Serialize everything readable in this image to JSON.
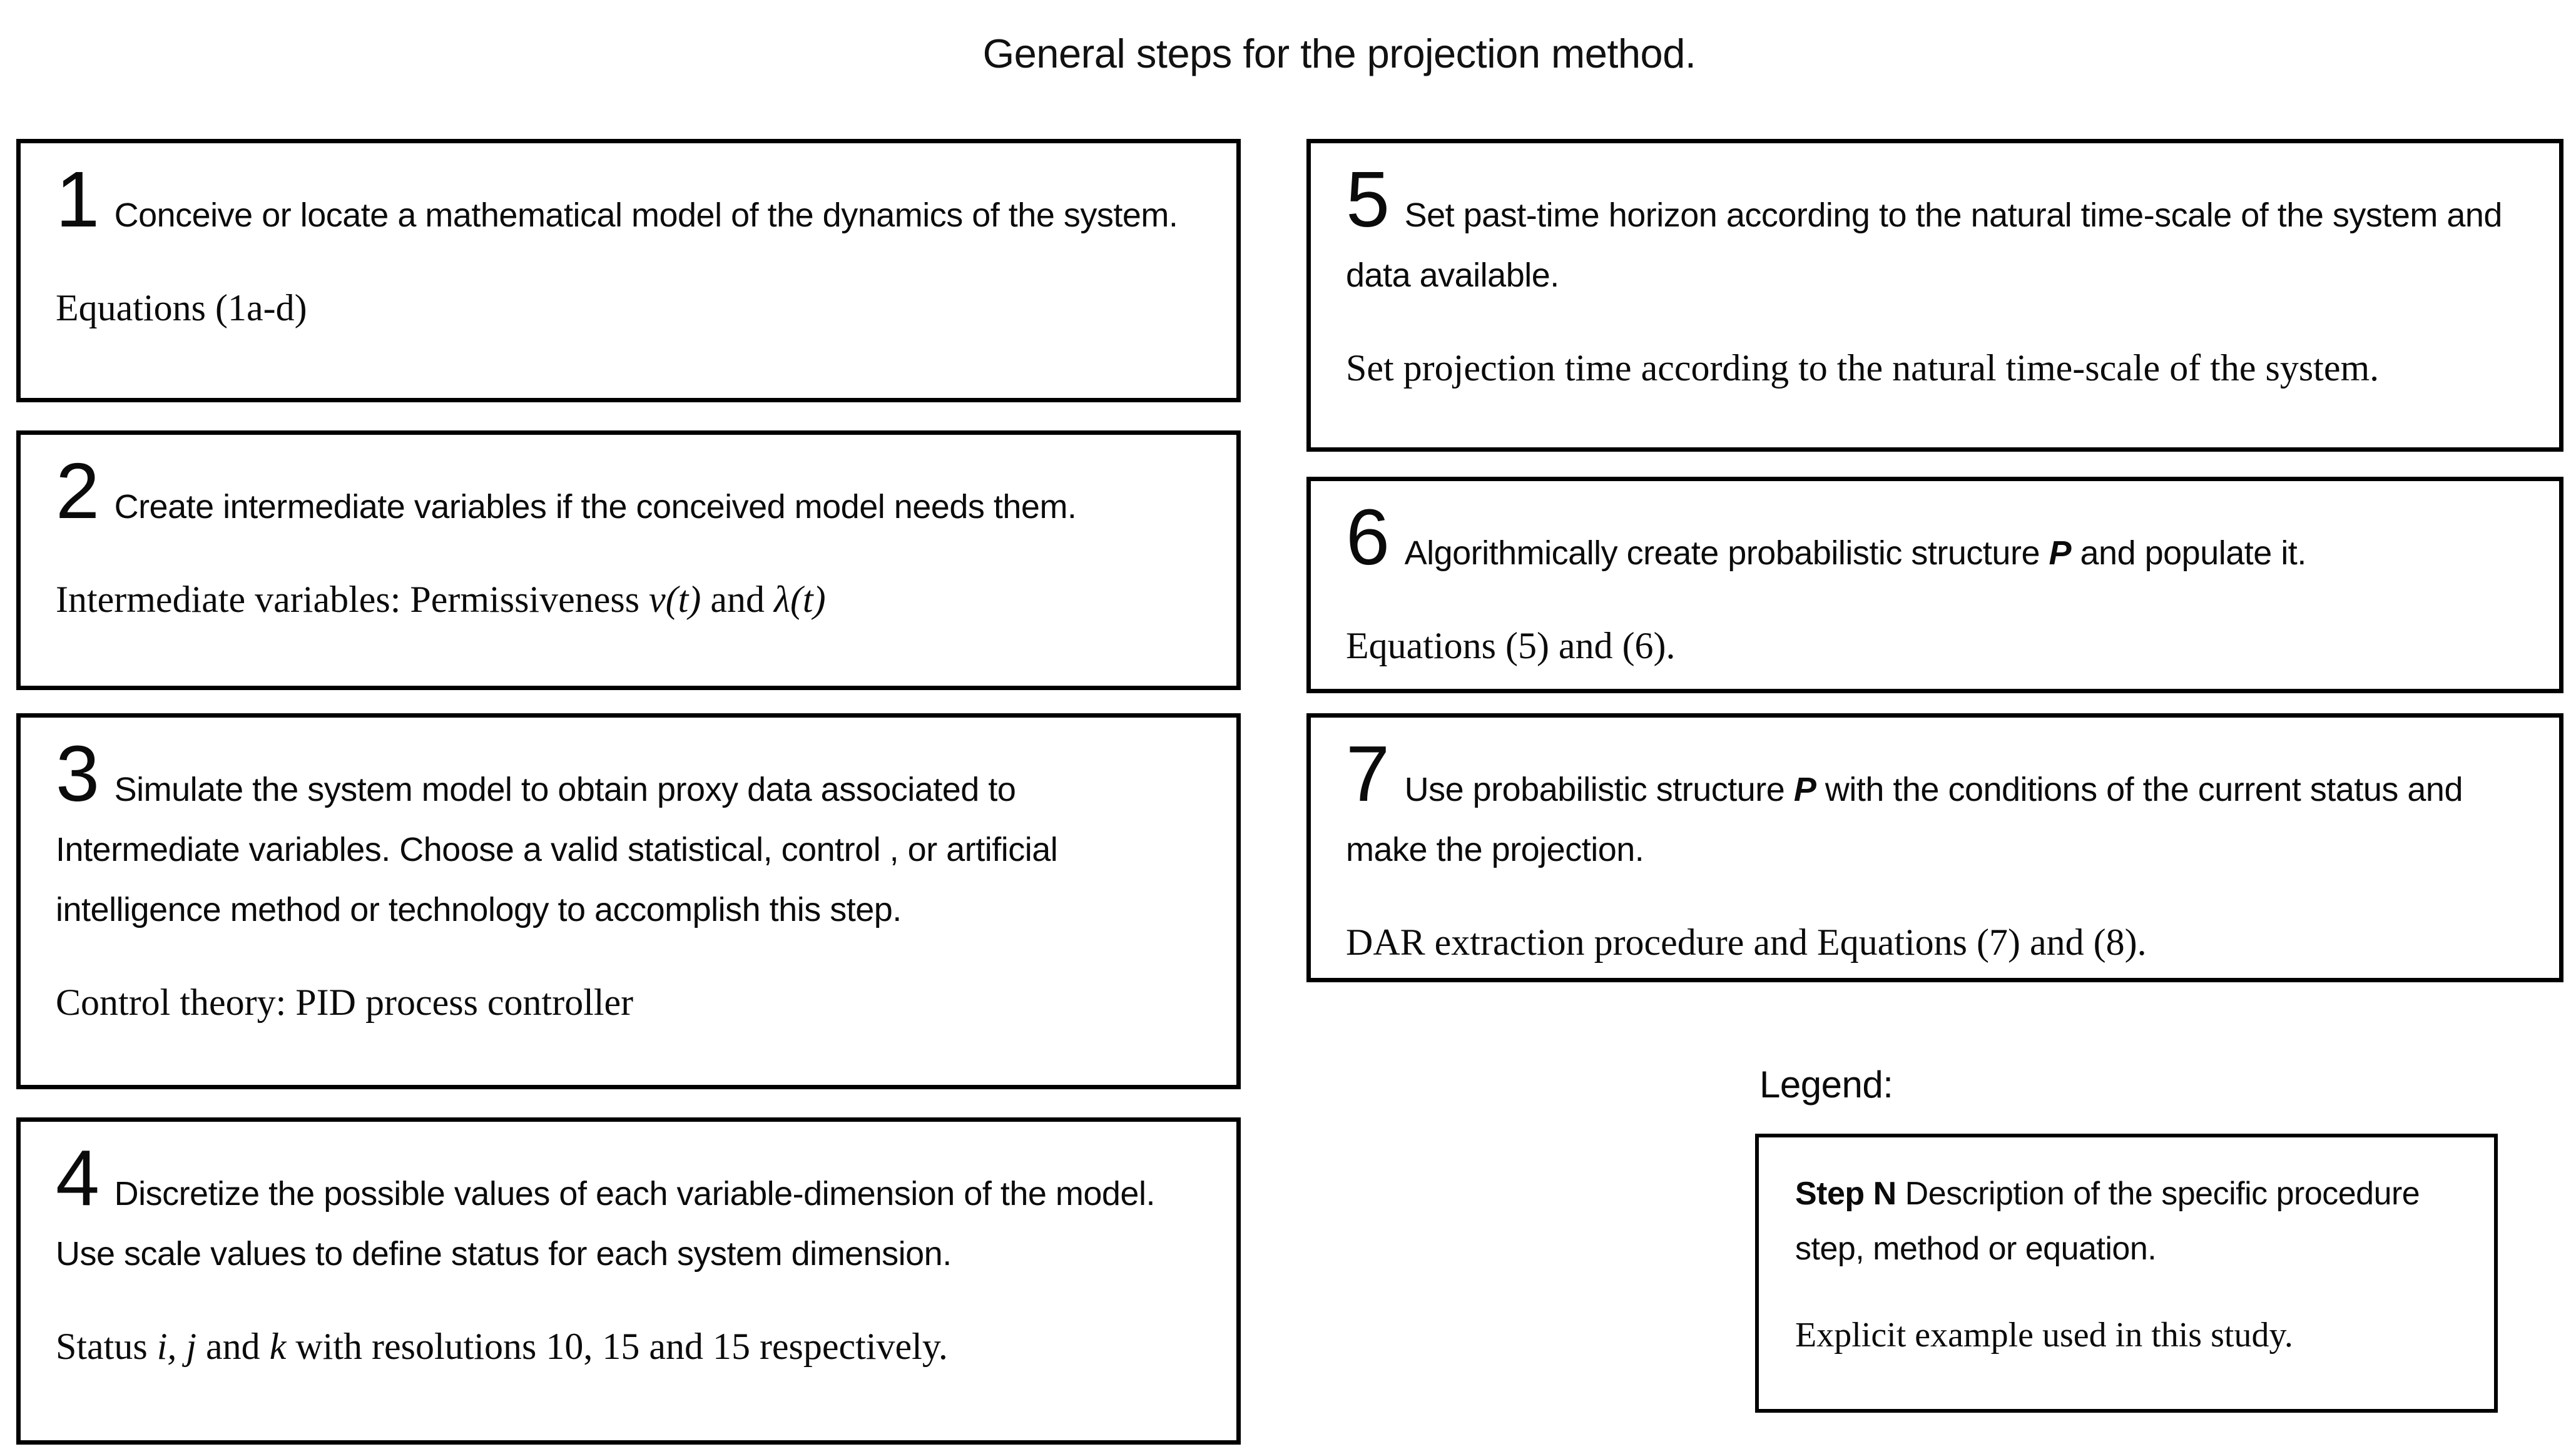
{
  "title": "General steps for the projection method.",
  "steps": [
    {
      "number": "1",
      "description_parts": [
        {
          "t": "Conceive or locate a mathematical model of the dynamics of the system.",
          "s": "n"
        }
      ],
      "example_parts": [
        {
          "t": "Equations (1a-d)",
          "s": "n"
        }
      ]
    },
    {
      "number": "2",
      "description_parts": [
        {
          "t": "Create intermediate variables if the conceived model needs them.",
          "s": "n"
        }
      ],
      "example_parts": [
        {
          "t": "Intermediate variables: Permissiveness ",
          "s": "n"
        },
        {
          "t": "v(t)",
          "s": "i"
        },
        {
          "t": " and ",
          "s": "n"
        },
        {
          "t": "λ(t)",
          "s": "i"
        }
      ]
    },
    {
      "number": "3",
      "description_parts": [
        {
          "t": "Simulate the system model to obtain proxy data associated to Intermediate variables. Choose a valid statistical, control , or artificial intelligence method or technology to accomplish this step.",
          "s": "n"
        }
      ],
      "example_parts": [
        {
          "t": "Control theory: PID process controller",
          "s": "n"
        }
      ]
    },
    {
      "number": "4",
      "description_parts": [
        {
          "t": "Discretize the possible values of each variable-dimension of the model. Use scale values to define status for each system dimension.",
          "s": "n"
        }
      ],
      "example_parts": [
        {
          "t": "Status ",
          "s": "n"
        },
        {
          "t": "i, j",
          "s": "i"
        },
        {
          "t": " and ",
          "s": "n"
        },
        {
          "t": "k",
          "s": "i"
        },
        {
          "t": " with resolutions 10, 15 and 15 respectively.",
          "s": "n"
        }
      ]
    },
    {
      "number": "5",
      "description_parts": [
        {
          "t": "Set past-time horizon according to the natural time-scale of the system and data available.",
          "s": "n"
        }
      ],
      "example_parts": [
        {
          "t": "Set projection time according to the natural time-scale of the system.",
          "s": "n"
        }
      ]
    },
    {
      "number": "6",
      "description_parts": [
        {
          "t": "Algorithmically create probabilistic structure ",
          "s": "n"
        },
        {
          "t": "P",
          "s": "bi"
        },
        {
          "t": " and populate it.",
          "s": "n"
        }
      ],
      "example_parts": [
        {
          "t": "Equations (5) and (6).",
          "s": "n"
        }
      ]
    },
    {
      "number": "7",
      "description_parts": [
        {
          "t": "Use probabilistic structure ",
          "s": "n"
        },
        {
          "t": "P",
          "s": "bi"
        },
        {
          "t": " with the conditions of the current status and make the projection.",
          "s": "n"
        }
      ],
      "example_parts": [
        {
          "t": "DAR extraction procedure and Equations (7) and (8).",
          "s": "n"
        }
      ]
    }
  ],
  "legend": {
    "label": "Legend:",
    "description_parts": [
      {
        "t": "Step N ",
        "s": "b"
      },
      {
        "t": "Description of the specific procedure step, method or equation.",
        "s": "n"
      }
    ],
    "example_parts": [
      {
        "t": "Explicit example used in this study.",
        "s": "n"
      }
    ]
  }
}
